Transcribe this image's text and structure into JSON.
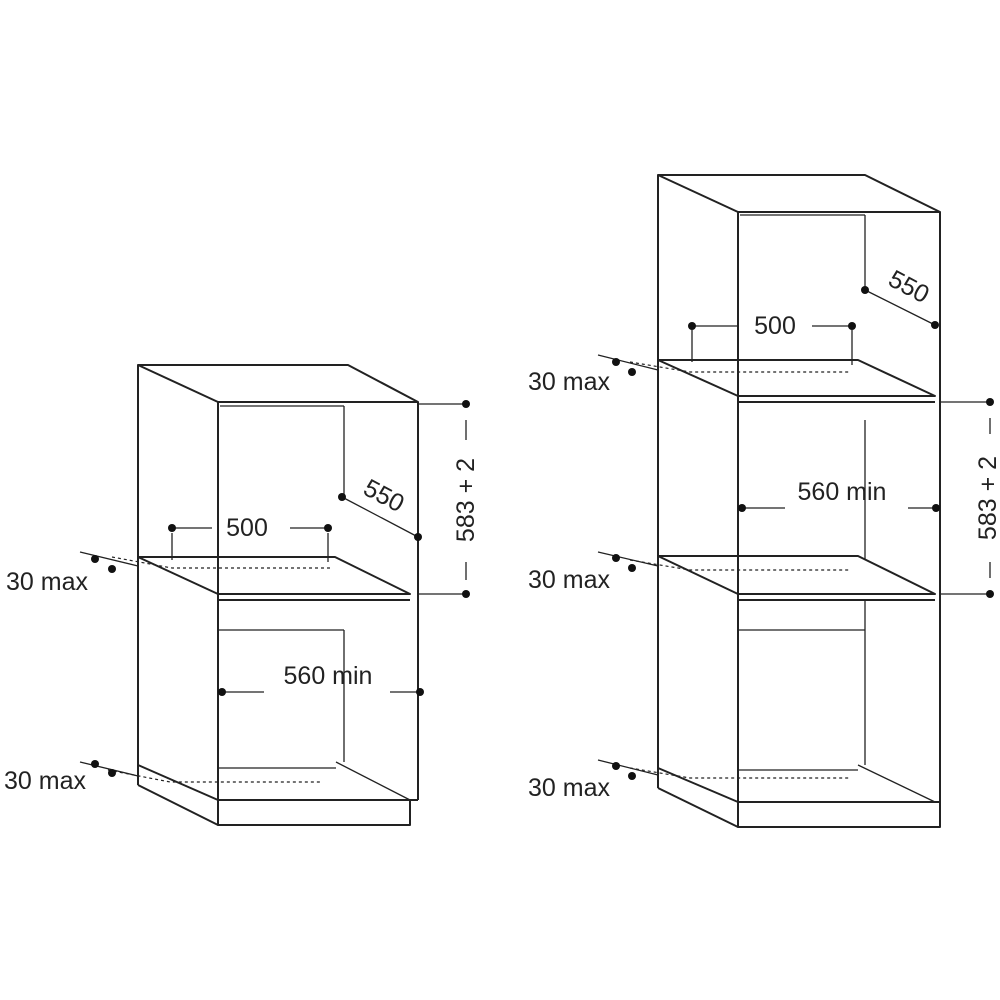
{
  "diagram_left": {
    "depth_label": "550",
    "width_label": "500",
    "height_label": "583 + 2",
    "min_width_label": "560 min",
    "gap_top_label": "30 max",
    "gap_bottom_label": "30 max"
  },
  "diagram_right": {
    "depth_label": "550",
    "width_label": "500",
    "height_label": "583 + 2",
    "min_width_label": "560 min",
    "gap_top_label": "30 max",
    "gap_mid_label": "30 max",
    "gap_bottom_label": "30 max"
  }
}
